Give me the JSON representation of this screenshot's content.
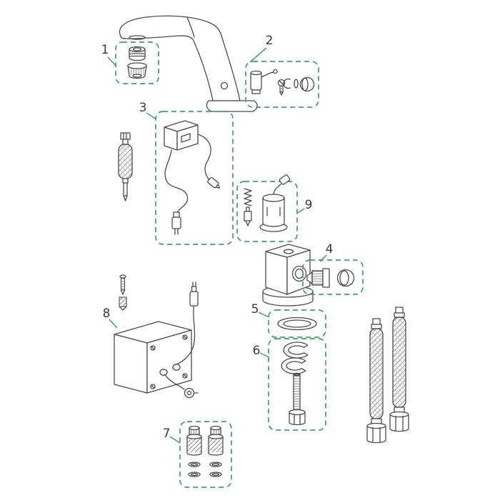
{
  "colors": {
    "accent_green": "#3BA55C",
    "line": "#4A4A4A",
    "label": "#3A3A3A",
    "background": "#FFFFFF"
  },
  "callouts": [
    {
      "label": "1"
    },
    {
      "label": "2"
    },
    {
      "label": "3"
    },
    {
      "label": "4"
    },
    {
      "label": "5"
    },
    {
      "label": "6"
    },
    {
      "label": "7"
    },
    {
      "label": "8"
    },
    {
      "label": "9"
    }
  ]
}
